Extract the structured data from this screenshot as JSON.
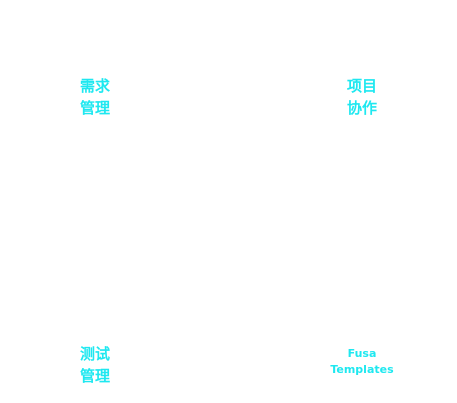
{
  "tiles": {
    "requirements": {
      "label": "需求管理"
    },
    "projects": {
      "label": "项目协作"
    },
    "testing": {
      "label": "测试管理"
    },
    "fusa": {
      "label": "Fusa Templates"
    }
  },
  "colors": {
    "accent": "#1ee8f0",
    "background": "#ffffff"
  }
}
